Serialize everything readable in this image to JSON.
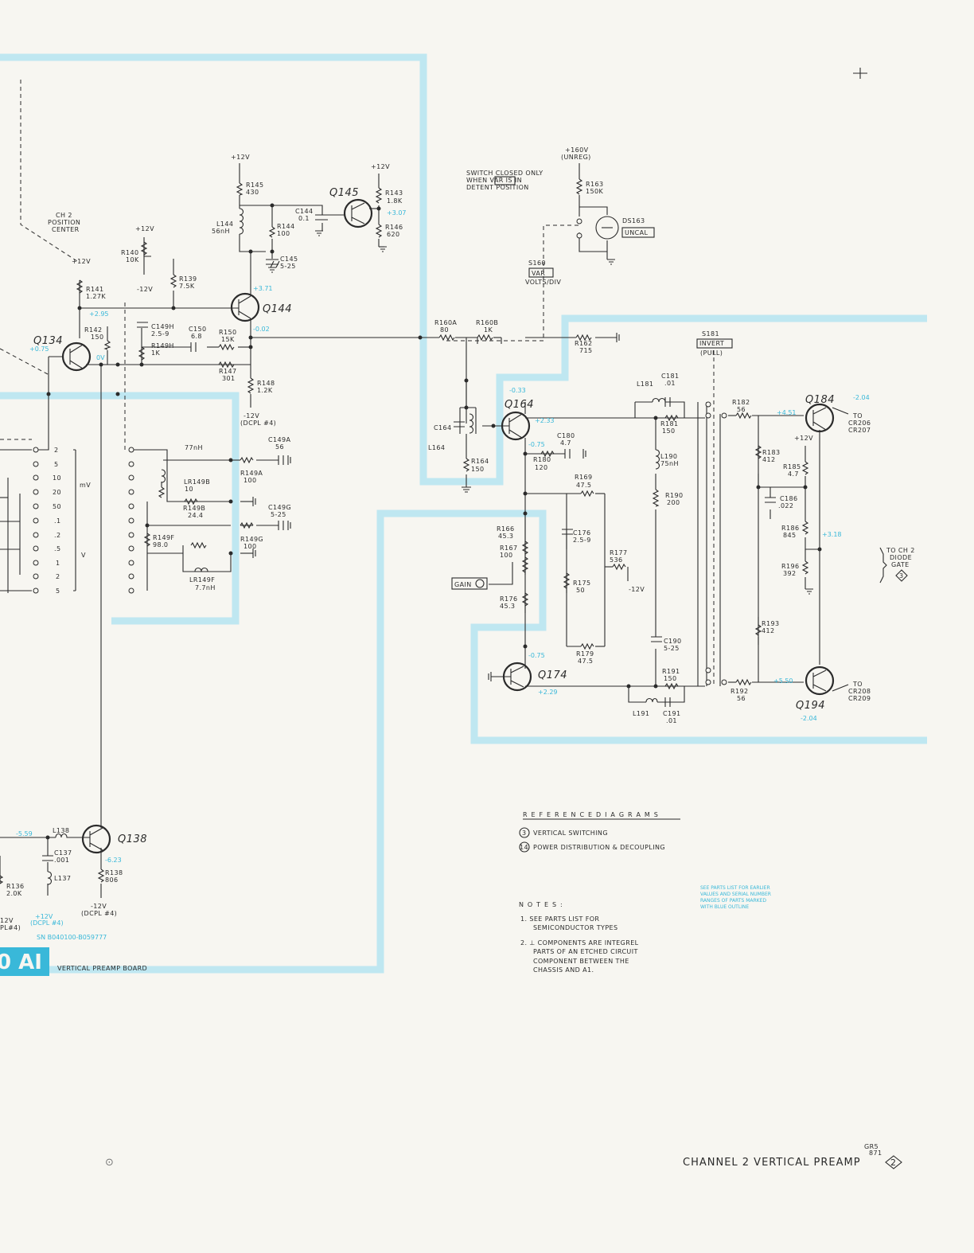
{
  "board": {
    "code": "0 AI",
    "name": "VERTICAL PREAMP BOARD"
  },
  "title_block": {
    "title": "CHANNEL 2 VERTICAL PREAMP",
    "diagram_no": "2",
    "date_code": "GR5\n871",
    "corner_mark": "⊙"
  },
  "reference": {
    "heading": "R E F E R E N C E   D I A G R A M S",
    "items": [
      {
        "num": "3",
        "label": "VERTICAL SWITCHING"
      },
      {
        "num": "14",
        "label": "POWER DISTRIBUTION & DECOUPLING"
      }
    ]
  },
  "notes": {
    "heading": "N O T E S :",
    "items": [
      "1.  SEE PARTS LIST FOR",
      "SEMICONDUCTOR TYPES",
      "2.  ⊥ COMPONENTS ARE INTEGREL",
      "PARTS OF AN ETCHED CIRCUIT",
      "COMPONENT BETWEEN THE",
      "CHASSIS AND A1."
    ]
  },
  "blue_note": [
    "SEE PARTS LIST FOR EARLIER",
    "VALUES AND SERIAL NUMBER",
    "RANGES OF PARTS MARKED",
    "WITH BLUE OUTLINE"
  ],
  "switch_note": [
    "SWITCH CLOSED ONLY",
    "WHEN VAR IS IN",
    "DETENT POSITION"
  ],
  "boxed": {
    "uncal": "UNCAL",
    "var": "VAR",
    "invert": "INVERT",
    "gain": "GAIN"
  },
  "transistors": [
    {
      "ref": "Q134"
    },
    {
      "ref": "Q144"
    },
    {
      "ref": "Q145"
    },
    {
      "ref": "Q164"
    },
    {
      "ref": "Q174"
    },
    {
      "ref": "Q184"
    },
    {
      "ref": "Q194"
    },
    {
      "ref": "Q138"
    }
  ],
  "components": [
    {
      "ref": "R145",
      "value": "430"
    },
    {
      "ref": "L144",
      "value": "56nH"
    },
    {
      "ref": "C144",
      "value": "0.1"
    },
    {
      "ref": "R144",
      "value": "100"
    },
    {
      "ref": "C145",
      "value": "5-25"
    },
    {
      "ref": "R143",
      "value": "1.8K"
    },
    {
      "ref": "R146",
      "value": "620"
    },
    {
      "ref": "R140",
      "value": "10K"
    },
    {
      "ref": "R139",
      "value": "7.5K"
    },
    {
      "ref": "R141",
      "value": "1.27K"
    },
    {
      "ref": "R142",
      "value": "150"
    },
    {
      "ref": "C149H",
      "value": "2.5-9"
    },
    {
      "ref": "R149H",
      "value": "1K"
    },
    {
      "ref": "C150",
      "value": "6.8"
    },
    {
      "ref": "R150",
      "value": "15K"
    },
    {
      "ref": "R147",
      "value": "301"
    },
    {
      "ref": "R148",
      "value": "1.2K"
    },
    {
      "ref": "R163",
      "value": "150K"
    },
    {
      "ref": "DS163",
      "value": ""
    },
    {
      "ref": "R160A",
      "value": "80"
    },
    {
      "ref": "R160B",
      "value": "1K"
    },
    {
      "ref": "R162",
      "value": "715"
    },
    {
      "ref": "C164",
      "value": ""
    },
    {
      "ref": "L164",
      "value": ""
    },
    {
      "ref": "R164",
      "value": "150"
    },
    {
      "ref": "C180",
      "value": "4.7"
    },
    {
      "ref": "R180",
      "value": "120"
    },
    {
      "ref": "R169",
      "value": "47.5"
    },
    {
      "ref": "R166",
      "value": "45.3"
    },
    {
      "ref": "R167",
      "value": "100"
    },
    {
      "ref": "R176",
      "value": "45.3"
    },
    {
      "ref": "C176",
      "value": "2.5-9"
    },
    {
      "ref": "R175",
      "value": "50"
    },
    {
      "ref": "R177",
      "value": "536"
    },
    {
      "ref": "R179",
      "value": "47.5"
    },
    {
      "ref": "L181",
      "value": ""
    },
    {
      "ref": "C181",
      "value": ".01"
    },
    {
      "ref": "R181",
      "value": "150"
    },
    {
      "ref": "L190",
      "value": "75nH"
    },
    {
      "ref": "R190",
      "value": "200"
    },
    {
      "ref": "C190",
      "value": "5-25"
    },
    {
      "ref": "R191",
      "value": "150"
    },
    {
      "ref": "L191",
      "value": ""
    },
    {
      "ref": "C191",
      "value": ".01"
    },
    {
      "ref": "R182",
      "value": "56"
    },
    {
      "ref": "R192",
      "value": "56"
    },
    {
      "ref": "R183",
      "value": "412"
    },
    {
      "ref": "R185",
      "value": "4.7"
    },
    {
      "ref": "C186",
      "value": ".022"
    },
    {
      "ref": "R186",
      "value": "845"
    },
    {
      "ref": "R196",
      "value": "392"
    },
    {
      "ref": "R193",
      "value": "412"
    },
    {
      "ref": "C149A",
      "value": "56"
    },
    {
      "ref": "R149A",
      "value": "100"
    },
    {
      "ref": "LR149B",
      "value": "10"
    },
    {
      "ref": "R149B",
      "value": "24.4"
    },
    {
      "ref": "C149G",
      "value": "5-25"
    },
    {
      "ref": "R149G",
      "value": "100"
    },
    {
      "ref": "R149F",
      "value": "98.0"
    },
    {
      "ref": "LR149F",
      "value": "7.7nH"
    },
    {
      "ref": "L138",
      "value": ""
    },
    {
      "ref": "C137",
      "value": ".001"
    },
    {
      "ref": "L137",
      "value": ""
    },
    {
      "ref": "R138",
      "value": "806"
    },
    {
      "ref": "R136",
      "value": "2.0K"
    }
  ],
  "labels": {
    "pos12": "+12V",
    "neg12": "-12V",
    "pos160": "+160V",
    "unreg": "(UNREG)",
    "dcpl4": "(DCPL #4)",
    "dcpl4b": "(DCPL #4)",
    "ch2pos": "CH 2",
    "poscenter": "POSITION",
    "center": "CENTER",
    "s160": "S160",
    "voltsdiv": "VOLTS/DIV",
    "s181": "S181",
    "pull": "(PULL)",
    "to1": "TO",
    "cr206": "CR206",
    "cr207": "CR207",
    "to2": "TO",
    "cr208": "CR208",
    "cr209": "CR209",
    "diode1": "TO CH 2",
    "diode2": "DIODE",
    "diode3": "GATE",
    "diode_ref": "3",
    "nh77": "77nH",
    "mv": "mV",
    "v": "V",
    "serial": "SN B040100-B059777",
    "neg12b": "-12V",
    "dcpl_blue": "(DCPL #4)",
    "pl4": "PL#4)",
    "v12left": "12V"
  },
  "attenuator": {
    "mv_steps": [
      "2",
      "5",
      "10",
      "20",
      "50"
    ],
    "v_steps": [
      ".1",
      ".2",
      ".5",
      "1",
      "2",
      "5"
    ]
  },
  "voltages": {
    "q134_b": "+0.75",
    "r142_top": "+2.95",
    "q134_e": "0V",
    "q144_c": "+3.71",
    "q144_e": "-0.02",
    "q145_e": "+3.07",
    "q164_b": "-0.33",
    "q164_e": "+2.33",
    "q164_c": "-0.75",
    "q174_c": "-0.75",
    "q174_e": "+2.29",
    "q184_b": "+4.51",
    "q184_c": "-2.04",
    "r186": "+3.18",
    "q194_b": "+5.50",
    "q194_c": "-2.04",
    "q138_b": "-5.59",
    "q138_e": "-6.23",
    "blue12": "+12V"
  }
}
